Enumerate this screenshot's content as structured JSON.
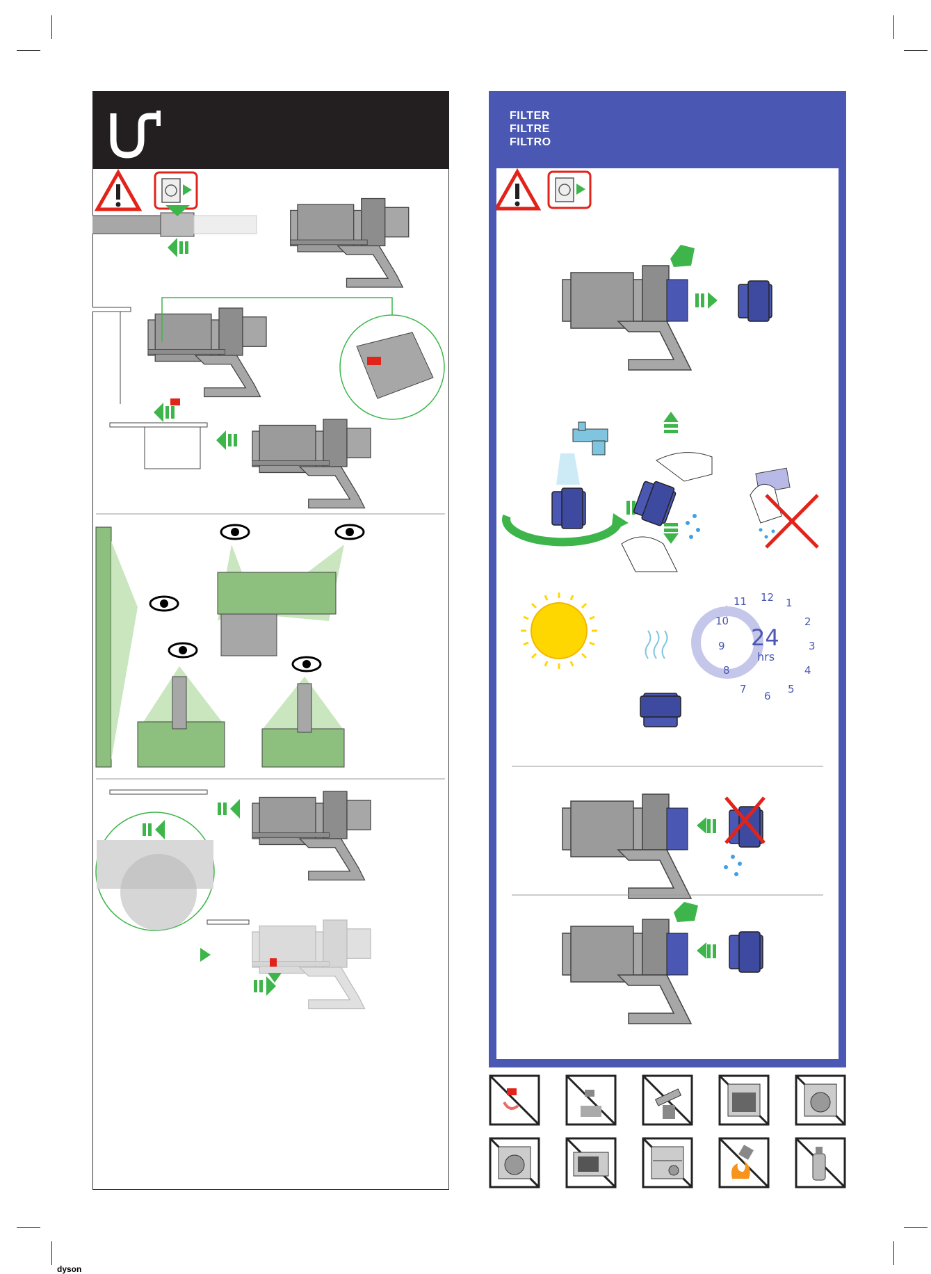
{
  "filter_panel": {
    "title_lines": [
      "FILTER",
      "FILTRE",
      "FILTRO"
    ]
  },
  "dry_step": {
    "duration_number": "24",
    "duration_unit": "hrs",
    "clock_numbers": [
      "12",
      "1",
      "2",
      "3",
      "4",
      "5",
      "6",
      "7",
      "8",
      "9",
      "10",
      "11"
    ]
  },
  "footer": {
    "brand": "dyson"
  },
  "colors": {
    "header_dark": "#231f20",
    "filter_blue": "#4a57b3",
    "arrow_green": "#3db54a",
    "warning_red": "#e2231a",
    "machine_grey": "#a7a7a7",
    "clock_light": "#c4c6ea",
    "sun_yellow": "#ffd700"
  },
  "icons": {
    "left_header": "u-bend-pipe-icon",
    "warnings": [
      "warning-triangle-icon",
      "unplug-charger-icon"
    ],
    "prohibitions": [
      "no-hot-water-icon",
      "no-tap-dryer-icon",
      "no-brush-icon",
      "no-oven-icon",
      "no-tumble-dryer-icon",
      "no-washing-machine-icon",
      "no-microwave-icon",
      "no-dishwasher-icon",
      "no-naked-flame-icon",
      "no-spray-icon"
    ]
  }
}
